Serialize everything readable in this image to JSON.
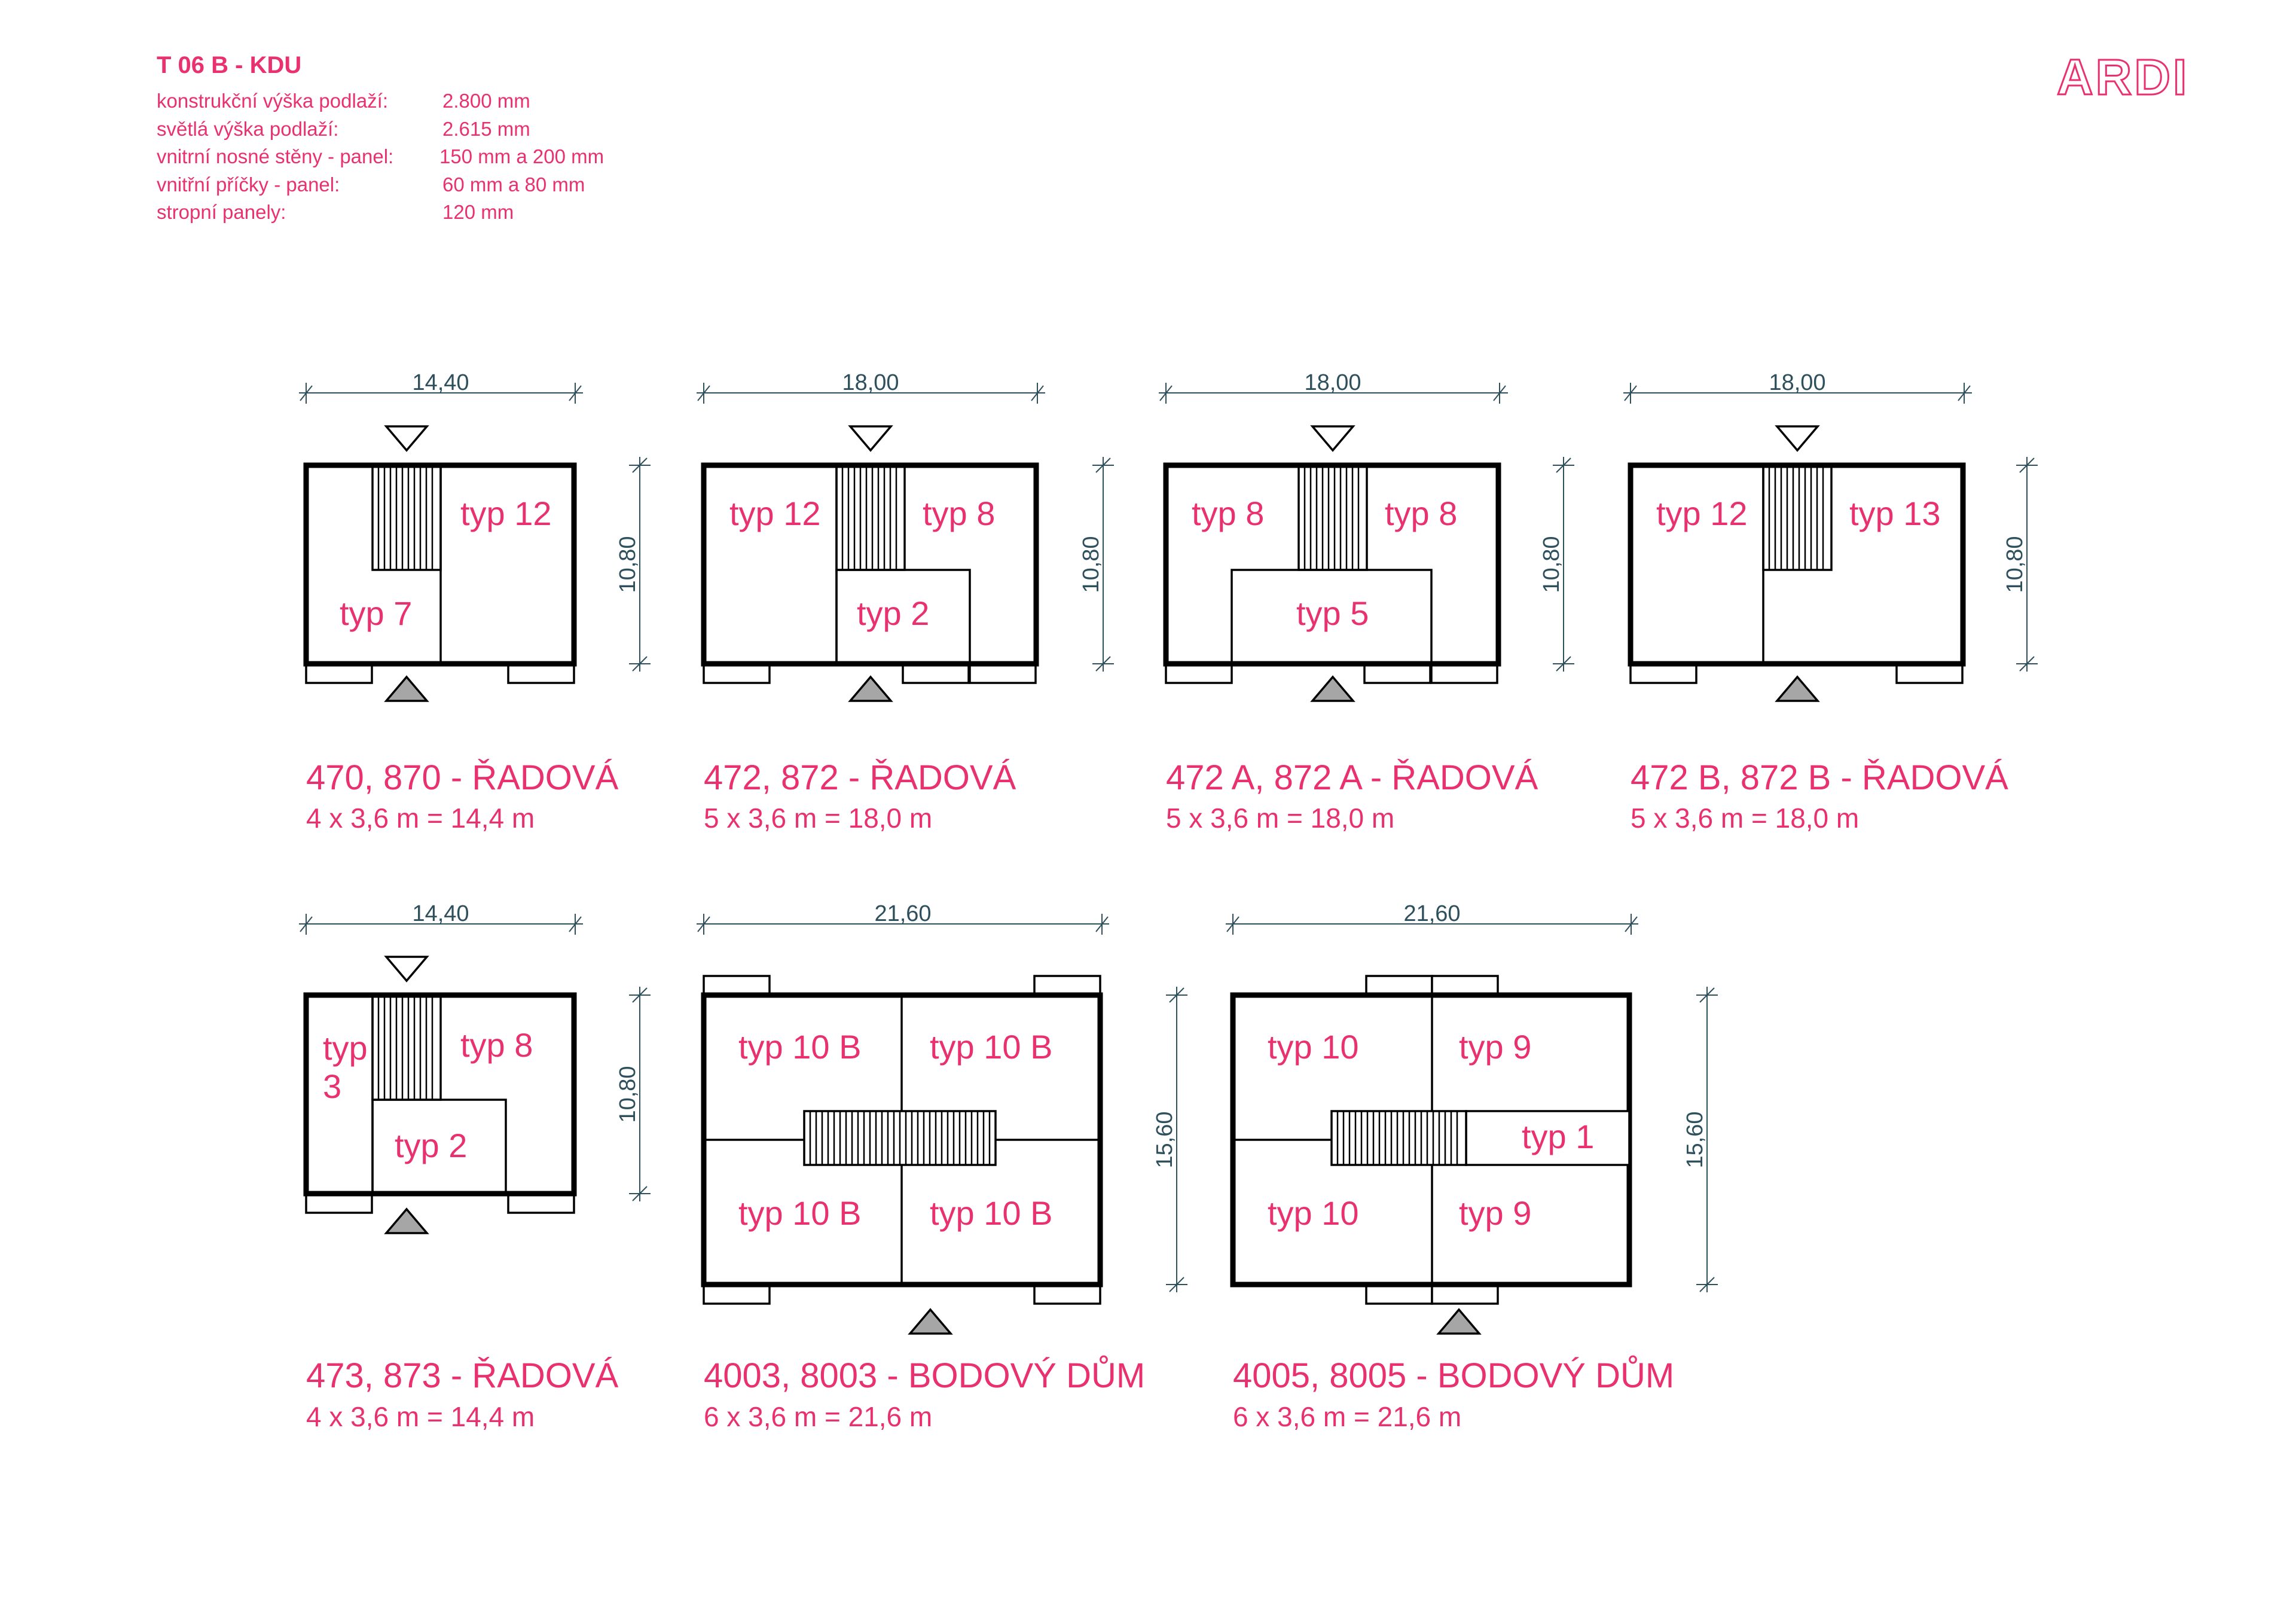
{
  "header": {
    "title": "T 06 B - KDU",
    "specs": [
      {
        "label": "konstrukční výška podlaží:",
        "value": "2.800 mm"
      },
      {
        "label": "světlá výška podlaží:",
        "value": "2.615 mm"
      },
      {
        "label": "vnitrní nosné stěny - panel:",
        "value": "150 mm a 200 mm"
      },
      {
        "label": "vnitřní příčky - panel:",
        "value": "60 mm a 80 mm"
      },
      {
        "label": "stropní panely:",
        "value": "120 mm"
      }
    ]
  },
  "logo": {
    "text": "ARDI"
  },
  "colors": {
    "accent": "#e8316e",
    "dimension": "#2e4f5c",
    "arrow_fill": "#a6a6a6"
  },
  "plans": [
    {
      "id": "p470",
      "width_label": "14,40",
      "height_label": "10,80",
      "caption_title": "470, 870 - ŘADOVÁ",
      "caption_formula": "4 x 3,6 m = 14,4 m",
      "rooms": [
        "typ 12",
        "typ 7"
      ]
    },
    {
      "id": "p472",
      "width_label": "18,00",
      "height_label": "10,80",
      "caption_title": "472, 872 - ŘADOVÁ",
      "caption_formula": "5 x 3,6 m = 18,0 m",
      "rooms": [
        "typ 12",
        "typ 8",
        "typ 2"
      ]
    },
    {
      "id": "p472a",
      "width_label": "18,00",
      "height_label": "10,80",
      "caption_title": "472 A, 872 A - ŘADOVÁ",
      "caption_formula": "5 x 3,6 m = 18,0 m",
      "rooms": [
        "typ 8",
        "typ 8",
        "typ 5"
      ]
    },
    {
      "id": "p472b",
      "width_label": "18,00",
      "height_label": "10,80",
      "caption_title": "472 B, 872 B - ŘADOVÁ",
      "caption_formula": "5 x 3,6 m = 18,0 m",
      "rooms": [
        "typ 12",
        "typ 13"
      ]
    },
    {
      "id": "p473",
      "width_label": "14,40",
      "height_label": "10,80",
      "caption_title": "473, 873 - ŘADOVÁ",
      "caption_formula": "4 x 3,6 m = 14,4 m",
      "rooms": [
        "typ",
        "3",
        "typ 8",
        "typ 2"
      ]
    },
    {
      "id": "p4003",
      "width_label": "21,60",
      "height_label": "15,60",
      "caption_title": "4003, 8003 - BODOVÝ DŮM",
      "caption_formula": "6 x 3,6 m = 21,6 m",
      "rooms": [
        "typ 10 B",
        "typ 10 B",
        "typ 10 B",
        "typ 10 B"
      ]
    },
    {
      "id": "p4005",
      "width_label": "21,60",
      "height_label": "15,60",
      "caption_title": "4005, 8005 - BODOVÝ DŮM",
      "caption_formula": "6 x 3,6 m = 21,6 m",
      "rooms": [
        "typ 10",
        "typ 9",
        "typ 1",
        "typ 10",
        "typ 9"
      ]
    }
  ]
}
